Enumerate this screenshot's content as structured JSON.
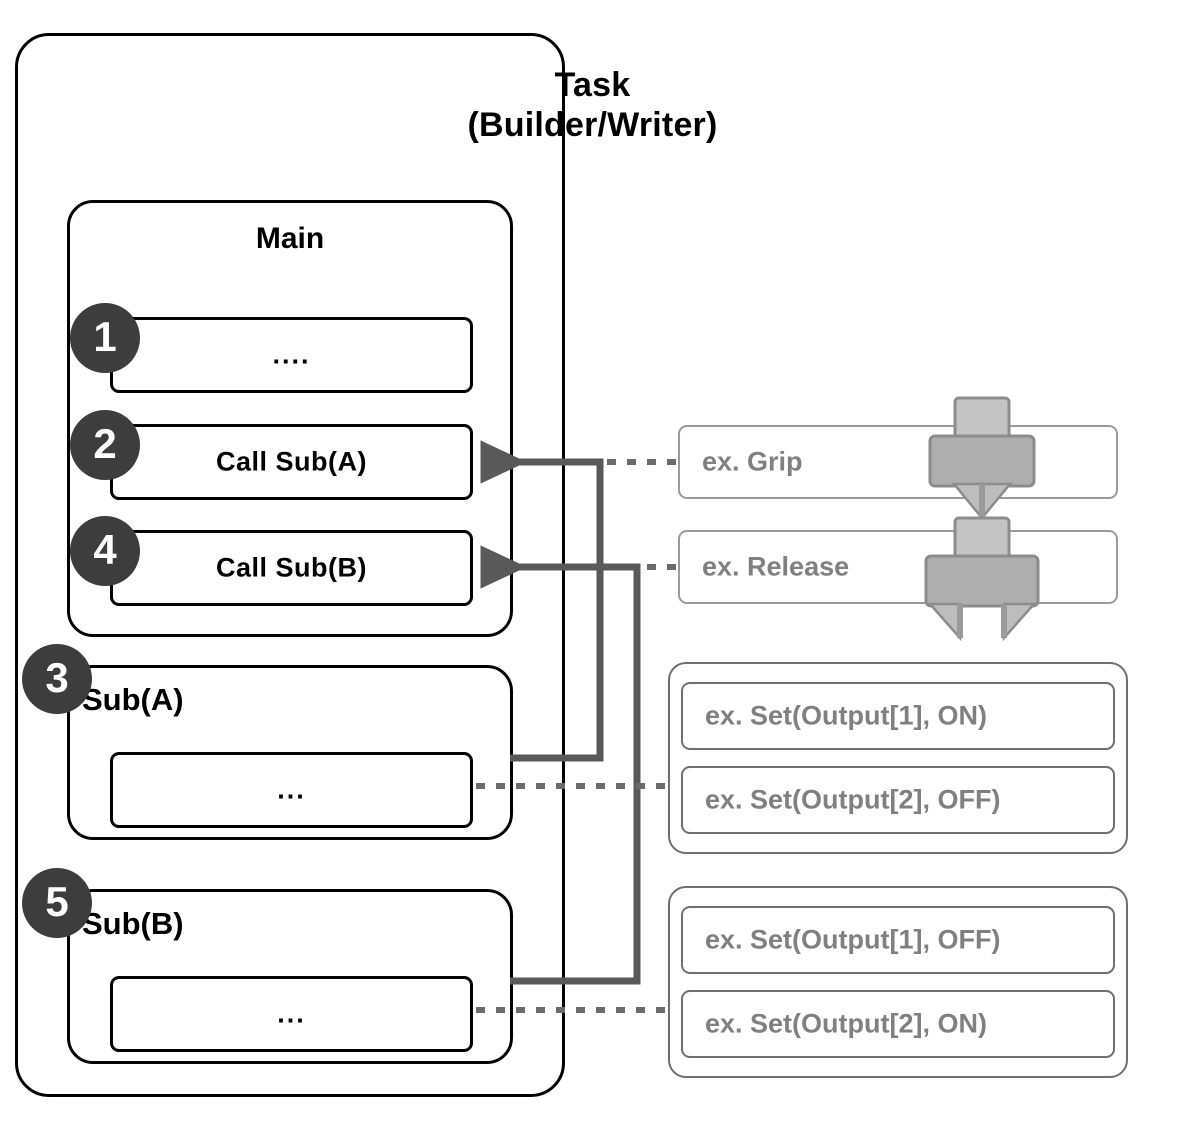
{
  "diagram": {
    "task": {
      "title_line1": "Task",
      "title_line2": "(Builder/Writer)"
    },
    "main": {
      "title": "Main",
      "steps": [
        {
          "badge": "1",
          "label": "...."
        },
        {
          "badge": "2",
          "label": "Call Sub(A)"
        },
        {
          "badge": "4",
          "label": "Call Sub(B)"
        }
      ]
    },
    "subroutines": [
      {
        "badge": "3",
        "name": "Sub(A)",
        "body": "..."
      },
      {
        "badge": "5",
        "name": "Sub(B)",
        "body": "..."
      }
    ],
    "examples": {
      "grip": {
        "label": "ex. Grip",
        "icon": "gripper-closed-icon"
      },
      "release": {
        "label": "ex. Release",
        "icon": "gripper-open-icon"
      },
      "sub_a_group": [
        "ex. Set(Output[1], ON)",
        "ex. Set(Output[2], OFF)"
      ],
      "sub_b_group": [
        "ex. Set(Output[1], OFF)",
        "ex. Set(Output[2], ON)"
      ]
    },
    "colors": {
      "outline": "#000000",
      "badge_fill": "#3d3d3d",
      "badge_text": "#ffffff",
      "example_text": "#808080",
      "example_border": "#9b9b9b",
      "group_border": "#6f6f6f",
      "wire": "#595959",
      "gripper_light": "#bfbfbf",
      "gripper_dark": "#a6a6a6"
    }
  }
}
